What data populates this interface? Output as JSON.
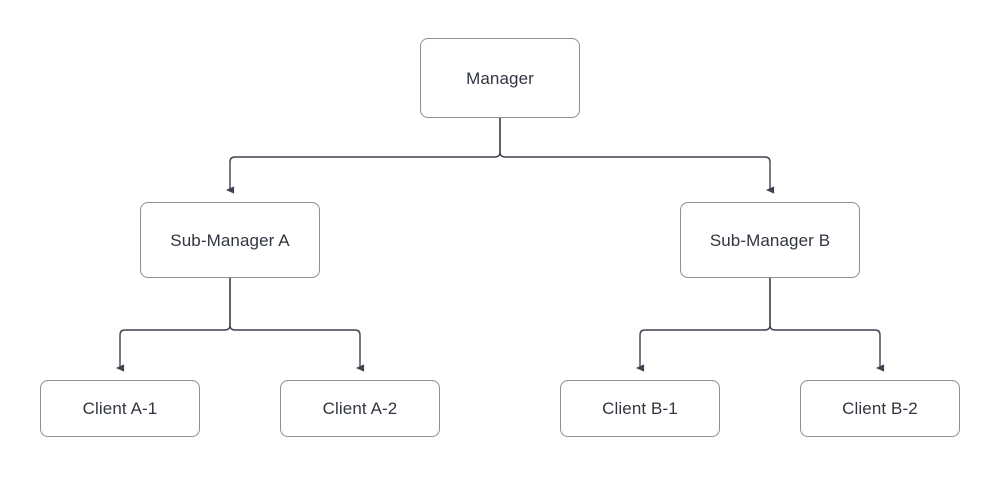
{
  "diagram": {
    "type": "org-hierarchy-tree",
    "orientation": "top-down",
    "background_color": "#ffffff",
    "node_border_color": "#8a8f99",
    "node_fill_color": "#ffffff",
    "text_color": "#303540",
    "connector_color": "#3d434f",
    "arrow_color": "#3d434f",
    "nodes": {
      "manager": {
        "label": "Manager",
        "level": 0
      },
      "sub_manager_a": {
        "label": "Sub-Manager A",
        "level": 1
      },
      "sub_manager_b": {
        "label": "Sub-Manager B",
        "level": 1
      },
      "client_a_1": {
        "label": "Client A-1",
        "level": 2
      },
      "client_a_2": {
        "label": "Client A-2",
        "level": 2
      },
      "client_b_1": {
        "label": "Client B-1",
        "level": 2
      },
      "client_b_2": {
        "label": "Client B-2",
        "level": 2
      }
    },
    "edges": [
      {
        "from": "manager",
        "to": "sub_manager_a",
        "arrow": "to"
      },
      {
        "from": "manager",
        "to": "sub_manager_b",
        "arrow": "to"
      },
      {
        "from": "sub_manager_a",
        "to": "client_a_1",
        "arrow": "to"
      },
      {
        "from": "sub_manager_a",
        "to": "client_a_2",
        "arrow": "to"
      },
      {
        "from": "sub_manager_b",
        "to": "client_b_1",
        "arrow": "to"
      },
      {
        "from": "sub_manager_b",
        "to": "client_b_2",
        "arrow": "to"
      }
    ]
  }
}
